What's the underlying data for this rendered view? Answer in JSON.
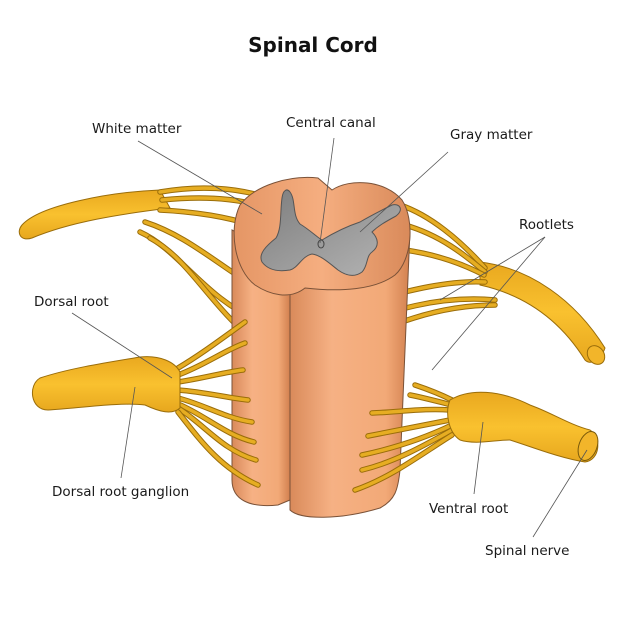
{
  "title": "Spinal Cord",
  "labels": {
    "white_matter": "White matter",
    "central_canal": "Central canal",
    "gray_matter": "Gray matter",
    "rootlets": "Rootlets",
    "dorsal_root": "Dorsal root",
    "dorsal_root_ganglion": "Dorsal root ganglion",
    "ventral_root": "Ventral root",
    "spinal_nerve": "Spinal nerve"
  },
  "colors": {
    "cord": "#f2a977",
    "cord_shadow": "#d98a5a",
    "gray_matter": "#9a9a9a",
    "nerve": "#f5b82a",
    "nerve_outline": "#9a6d0a",
    "leader_line": "#555555"
  }
}
